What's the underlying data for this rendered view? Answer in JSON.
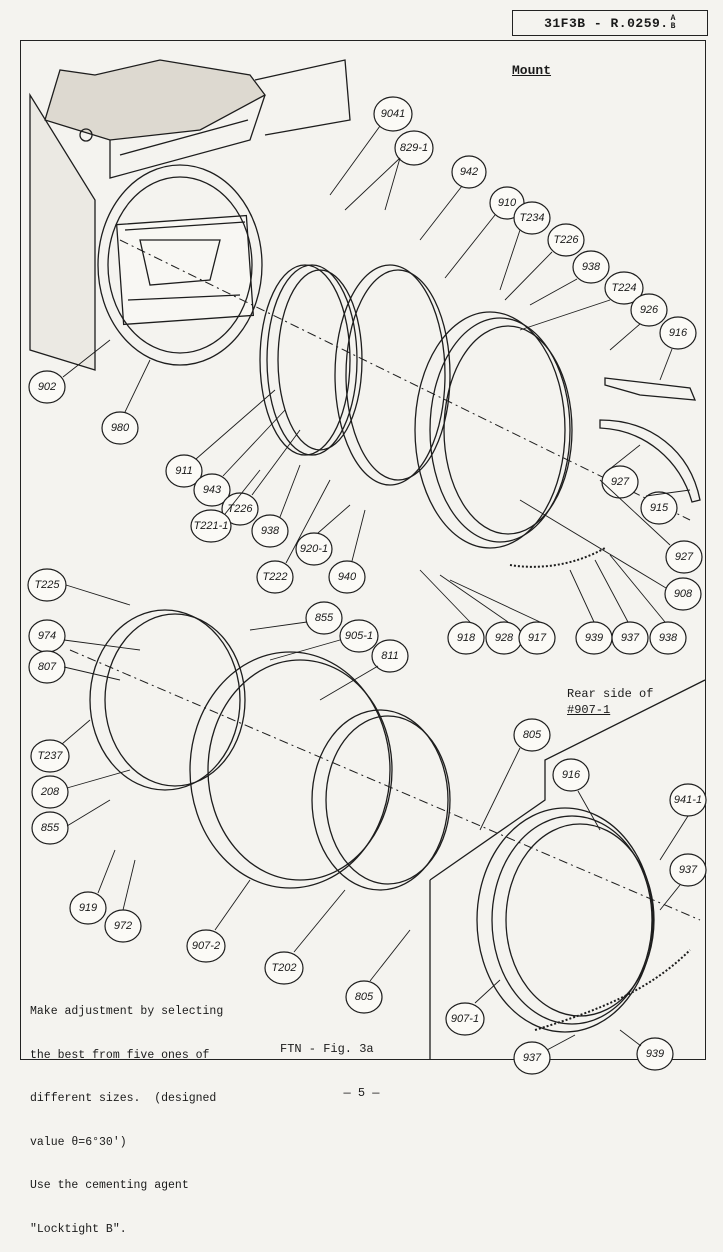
{
  "header": {
    "doc_number": "31F3B - R.0259.",
    "doc_suffix_top": "A",
    "doc_suffix_bottom": "B"
  },
  "title": "Mount",
  "rear_caption": {
    "line1": "Rear side of",
    "line2": "#907-1"
  },
  "note": {
    "line1": "Make adjustment by selecting",
    "line2": "the best from five ones of",
    "line3": "different sizes.  (designed",
    "line4": "value θ=6°30')",
    "line5": "Use the cementing agent",
    "line6": "\"Locktight B\"."
  },
  "figure_label": "FTN - Fig. 3a",
  "page_number": "— 5 —",
  "callouts": {
    "c9041": "9041",
    "c8291": "829-1",
    "c942": "942",
    "c910": "910",
    "cT234": "T234",
    "cT226a": "T226",
    "c938a": "938",
    "cT224": "T224",
    "c926": "926",
    "c916a": "916",
    "c902": "902",
    "c980": "980",
    "c911": "911",
    "c943": "943",
    "cT226b": "T226",
    "cT2211": "T221-1",
    "c938b": "938",
    "cT222": "T222",
    "c9201": "920-1",
    "c940": "940",
    "c927a": "927",
    "c915": "915",
    "c927b": "927",
    "c908": "908",
    "c918": "918",
    "c928": "928",
    "c917": "917",
    "c939a": "939",
    "c937a": "937",
    "c938c": "938",
    "cT225": "T225",
    "c855a": "855",
    "c9051": "905-1",
    "c811": "811",
    "c974": "974",
    "c807": "807",
    "cT237": "T237",
    "c208": "208",
    "c855b": "855",
    "c805a": "805",
    "c916b": "916",
    "c9411": "941-1",
    "c937b": "937",
    "c919": "919",
    "c972": "972",
    "c9072": "907-2",
    "cT202": "T202",
    "c805b": "805",
    "c9071": "907-1",
    "c937c": "937",
    "c939b": "939"
  }
}
